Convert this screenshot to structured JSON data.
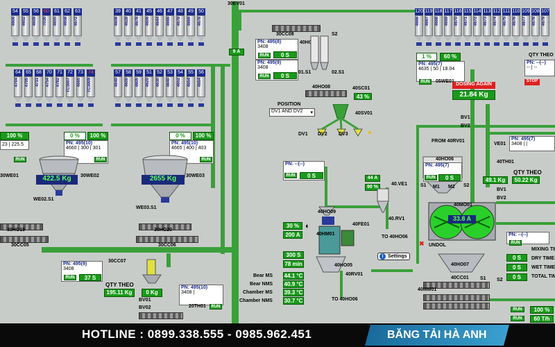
{
  "silos": {
    "top_left": [
      {
        "num": "54",
        "label": "4606",
        "red": false
      },
      {
        "num": "55",
        "label": "4602",
        "red": false
      },
      {
        "num": "56",
        "label": "4609",
        "red": false
      },
      {
        "num": "60",
        "label": "7030",
        "red": true
      },
      {
        "num": "61",
        "label": "4655",
        "red": false
      },
      {
        "num": "62",
        "label": "4658",
        "red": false
      },
      {
        "num": "63",
        "label": "4672",
        "red": false
      }
    ],
    "mid_left": [
      {
        "num": "64",
        "label": "4704",
        "red": false
      },
      {
        "num": "65",
        "label": "4705",
        "red": false
      },
      {
        "num": "68",
        "label": "4711",
        "red": false
      },
      {
        "num": "70",
        "label": "4754",
        "red": false
      },
      {
        "num": "71",
        "label": "4782",
        "red": false
      },
      {
        "num": "72",
        "label": "TC3007",
        "red": false
      },
      {
        "num": "73",
        "label": "4665",
        "red": false
      },
      {
        "num": "74",
        "label": "TC3009",
        "red": true
      }
    ],
    "top_center": [
      {
        "num": "39",
        "label": "4608",
        "red": false
      },
      {
        "num": "40",
        "label": "4628",
        "red": false
      },
      {
        "num": "41",
        "label": "4678",
        "red": false
      },
      {
        "num": "45",
        "label": "4606",
        "red": false
      },
      {
        "num": "46",
        "label": "4644",
        "red": false
      },
      {
        "num": "47",
        "label": "4666",
        "red": false
      },
      {
        "num": "48",
        "label": "4678",
        "red": false
      },
      {
        "num": "49",
        "label": "4666",
        "red": false
      },
      {
        "num": "50",
        "label": "4678",
        "red": false
      }
    ],
    "mid_center": [
      {
        "num": "57",
        "label": "4640",
        "red": false
      },
      {
        "num": "58",
        "label": "4600",
        "red": false
      },
      {
        "num": "59",
        "label": "4605",
        "red": false
      },
      {
        "num": "51",
        "label": "4620",
        "red": false
      },
      {
        "num": "52",
        "label": "4630",
        "red": false
      },
      {
        "num": "53",
        "label": "4640",
        "red": false
      },
      {
        "num": "54",
        "label": "4652",
        "red": false
      },
      {
        "num": "55",
        "label": "4654",
        "red": false
      },
      {
        "num": "56",
        "label": "4664",
        "red": false
      }
    ],
    "top_right": [
      {
        "num": "120",
        "label": "4666",
        "red": false
      },
      {
        "num": "119",
        "label": "4667",
        "red": false
      },
      {
        "num": "118",
        "label": "4668",
        "red": false
      },
      {
        "num": "117",
        "label": "4669",
        "red": false
      },
      {
        "num": "116",
        "label": "4670",
        "red": false
      },
      {
        "num": "115",
        "label": "4671",
        "red": false
      },
      {
        "num": "114",
        "label": "4672",
        "red": false
      },
      {
        "num": "113",
        "label": "4673",
        "red": false
      },
      {
        "num": "112",
        "label": "4674",
        "red": false
      },
      {
        "num": "111",
        "label": "4675",
        "red": false
      },
      {
        "num": "110",
        "label": "4676",
        "red": false
      },
      {
        "num": "109",
        "label": "4677",
        "red": false
      },
      {
        "num": "108",
        "label": "4678",
        "red": false
      },
      {
        "num": "107",
        "label": "4679",
        "red": false
      }
    ]
  },
  "left_area": {
    "pct_a": "100 %",
    "pct_b_a": "0 %",
    "pct_b_b": "100 %",
    "panel_we01": {
      "title": "PN: 495(10)",
      "line": "4660 | 300 | 301",
      "run": "RUN"
    },
    "panel_left_edge": {
      "line": "23 | 225.5"
    },
    "scale1": "422.5 Kg",
    "scale1_tag": "30WE01",
    "scale2_tag": "30WE02",
    "we02": "WE02.S1",
    "ho19": "30HO19",
    "cc05": "30CC05",
    "run2": "RUN"
  },
  "center_area": {
    "pct_a": "0 %",
    "pct_b": "100 %",
    "panel": {
      "title": "PN: 495(10)",
      "line": "4665 | 400 | 403",
      "run": "RUN"
    },
    "scale": "2655 Kg",
    "scale_tag": "30WE03",
    "we03": "WE03.S1",
    "ho20": "30HO20",
    "cc06": "30CC06",
    "cc07": "30CC07"
  },
  "bottom_left": {
    "panel": {
      "title": "PN: 495(9)",
      "line": "3408",
      "run": "RUN",
      "val": "37 S"
    },
    "qty_label": "QTY THEO",
    "qty_val": "195.11 Kg",
    "bv_val": "0 Kg",
    "bv01": "BV01",
    "bv02": "BV02",
    "th01": "20TH01",
    "panel2": {
      "title": "PN: 495(10)",
      "line": "3408 |",
      "run": "RUN"
    }
  },
  "elevator": {
    "label": "30EV01",
    "ampere": "9 A"
  },
  "mid_panels": {
    "p1": {
      "title": "PN: 495(8)",
      "line": "3408",
      "run": "RUN",
      "val": "0 S"
    },
    "p2": {
      "title": "PN: 495(9)",
      "line": "3408",
      "run": "RUN",
      "val": "0 S"
    },
    "cc08": "30CC08",
    "s2": "S2",
    "ho10": "40HO10",
    "s1_a": "01.S1",
    "s1_b": "02.S1",
    "h008": "40HO08",
    "sc01": "40SC01",
    "sc01_pct": "43 %"
  },
  "position": {
    "label": "POSITION",
    "value": "DV1 AND DV2"
  },
  "diverters": {
    "dv1": "DV1",
    "dv2": "DV2",
    "dv3": "DV3",
    "sv01": "40SV01"
  },
  "dv_panel": {
    "title": "PN: --(--)",
    "run": "RUN",
    "val": "0 S"
  },
  "mill": {
    "ampere": "44 A",
    "pct": "90 %",
    "ev01": "40.VE1",
    "rv1": "40.RV1",
    "to_ho06": "TO 40HO06",
    "ho09": "40HO09",
    "fe01": "40FE01",
    "hm01": "40HM01",
    "pct30": "30 %",
    "amp200": "200 A",
    "sec300": "300 S",
    "min78": "78 min",
    "ho05": "40HO05",
    "rv01": "40RV01",
    "to_hoo6": "TO 40HO06",
    "settings": "Settings"
  },
  "temps": [
    {
      "label": "Bear MS",
      "val": "44.1 °C"
    },
    {
      "label": "Bear NMS",
      "val": "40.9 °C"
    },
    {
      "label": "Chamber MS",
      "val": "39.3 °C"
    },
    {
      "label": "Chamber NMS",
      "val": "30.7 °C"
    }
  ],
  "right_area": {
    "pct1": "1 %",
    "pct2": "60 %",
    "panel7": {
      "title": "PN: 495(7)",
      "line": "4635 | 50 | 18.04",
      "run": "RUN"
    },
    "we05": "05WE01",
    "dosing": "DOSING AGAIN",
    "dosing_val": "21.84 Kg",
    "bv1": "BV1",
    "bv2": "BV2",
    "panel_r1": {
      "title": "PN: --(--)",
      "line": "-- | --"
    },
    "qty_theo": "QTY THEO",
    "stop": "STOP",
    "panel_r2": {
      "title": "PN: 495(7)",
      "line": "3408 | |"
    },
    "from_40rv01": "FROM 40RV01",
    "ho06": "40HO06",
    "panel_ho06": {
      "title": "PN: 495(7)",
      "run": "RUN",
      "val": "0 S"
    },
    "s1": "S1",
    "s2": "S2",
    "m1": "M1",
    "m2": "M2",
    "th01": "40TH01",
    "v01": "VE01",
    "qty2": "QTY THEO",
    "kg1": "49.1 Kg",
    "kg2": "50.22 Kg",
    "bv1b": "BV1",
    "bv2b": "BV2",
    "mo1": "40MO01",
    "mix_amp": "33.8 A",
    "undol": "UNDOL",
    "panel_r3": {
      "title": "PN: --(--)",
      "run": "RUN",
      "v1": "0 S",
      "v2": "0 S",
      "v3": "0 S"
    },
    "mix_labels": [
      "MIXING TIME",
      "DRY TIME",
      "WET TIME",
      "TOTAL TIME"
    ],
    "ho07": "40HO07",
    "cc01": "40CC01",
    "s1c": "S1",
    "s2c": "S2",
    "mm01": "40MM01",
    "bin_pct": "100 %",
    "bin_t": "60 T/h",
    "run_b": "RUN",
    "run_c": "RUN"
  },
  "footer": {
    "hotline": "HOTLINE : 0899.338.555 - 0985.962.451",
    "brand": "BĂNG TẢI HÀ ANH"
  },
  "colors": {
    "green": "#1a9a1a",
    "navy": "#1a2a7a",
    "bg": "#c8ccc8",
    "pipe": "#3aa03a",
    "red": "#e02020"
  }
}
